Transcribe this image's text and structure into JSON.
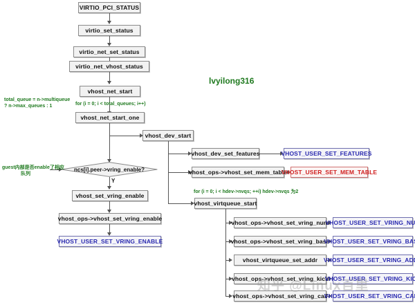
{
  "diagram": {
    "type": "flowchart",
    "title_watermark": "知乎 @Linux百里",
    "author": "lvyilong316",
    "notes": {
      "total_queue": "total_queue = n->multiqueue\n? n->max_queues : 1",
      "for_total_queues": "for (i = 0; i < total_queues; i++)",
      "guest_enable_cn": "guest内部是否enable了相应\n队列",
      "for_nvqs": "for (i = 0; i < hdev->nvqs; ++i)   hdev->nvqs 为2"
    },
    "branch_label_yes": "Y",
    "nodes": {
      "virtio_pci_status": "VIRTIO_PCI_STATUS",
      "virtio_set_status": "virtio_set_status",
      "virtio_net_set_status": "virtio_net_set_status",
      "virtio_net_vhost_status": "virtio_net_vhost_status",
      "vhost_net_start": "vhost_net_start",
      "vhost_net_start_one": "vhost_net_start_one",
      "decision_vring_enable": "ncs[i].peer->vring_enable?",
      "vhost_set_vring_enable": "vhost_set_vring_enable",
      "vhost_ops_set_vring_enable": "vhost_ops->vhost_set_vring_enable",
      "msg_vring_enable": "VHOST_USER_SET_VRING_ENABLE",
      "vhost_dev_start": "vhost_dev_start",
      "vhost_dev_set_features": "vhost_dev_set_features",
      "msg_set_features": "VHOST_USER_SET_FEATURES",
      "vhost_ops_set_mem_table": "vhost_ops->vhost_set_mem_table",
      "msg_set_mem_table": "VHOST_USER_SET_MEM_TABLE",
      "vhost_virtqueue_start": "vhost_virtqueue_start",
      "vhost_ops_set_vring_num": "vhost_ops->vhost_set_vring_num",
      "msg_vring_num": "VHOST_USER_SET_VRING_NUM",
      "vhost_ops_set_vring_base": "vhost_ops->vhost_set_vring_base",
      "msg_vring_base": "VHOST_USER_SET_VRING_BASE",
      "vhost_virtqueue_set_addr": "vhost_virtqueue_set_addr",
      "msg_vring_addr": "VHOST_USER_SET_VRING_ADDR",
      "vhost_ops_set_vring_kick": "vhost_ops->vhost_set_vring_kick",
      "msg_vring_kick": "VHOST_USER_SET_VRING_KICK",
      "vhost_ops_set_vring_call": "vhost_ops->vhost_set_vring_call",
      "msg_vring_call": "VHOST_USER_SET_VRING_CALL"
    },
    "colors": {
      "node_fill": "#f2f2f2",
      "node_border": "#8a8a8a",
      "msg_blue_text": "#2a2ab0",
      "msg_red_text": "#d02020",
      "note_green": "#1f7a1f",
      "edge": "#555555"
    }
  }
}
